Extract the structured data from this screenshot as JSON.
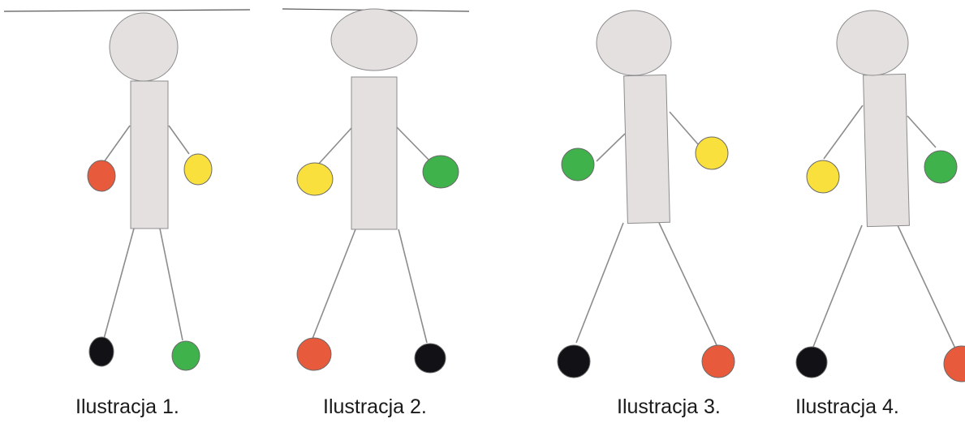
{
  "colors": {
    "figure_fill": "#e3e0df",
    "outline": "#8c8c8c",
    "red": "#e75a3c",
    "yellow": "#fae03c",
    "green": "#3fb24b",
    "black": "#121216"
  },
  "figures": [
    {
      "caption": "Ilustracja 1.",
      "left_hand": "red",
      "right_hand": "yellow",
      "left_foot": "black",
      "right_foot": "green"
    },
    {
      "caption": "Ilustracja 2.",
      "left_hand": "yellow",
      "right_hand": "green",
      "left_foot": "red",
      "right_foot": "black"
    },
    {
      "caption": "Ilustracja 3.",
      "left_hand": "green",
      "right_hand": "yellow",
      "left_foot": "black",
      "right_foot": "red"
    },
    {
      "caption": "Ilustracja 4.",
      "left_hand": "yellow",
      "right_hand": "green",
      "left_foot": "black",
      "right_foot": "red"
    }
  ]
}
